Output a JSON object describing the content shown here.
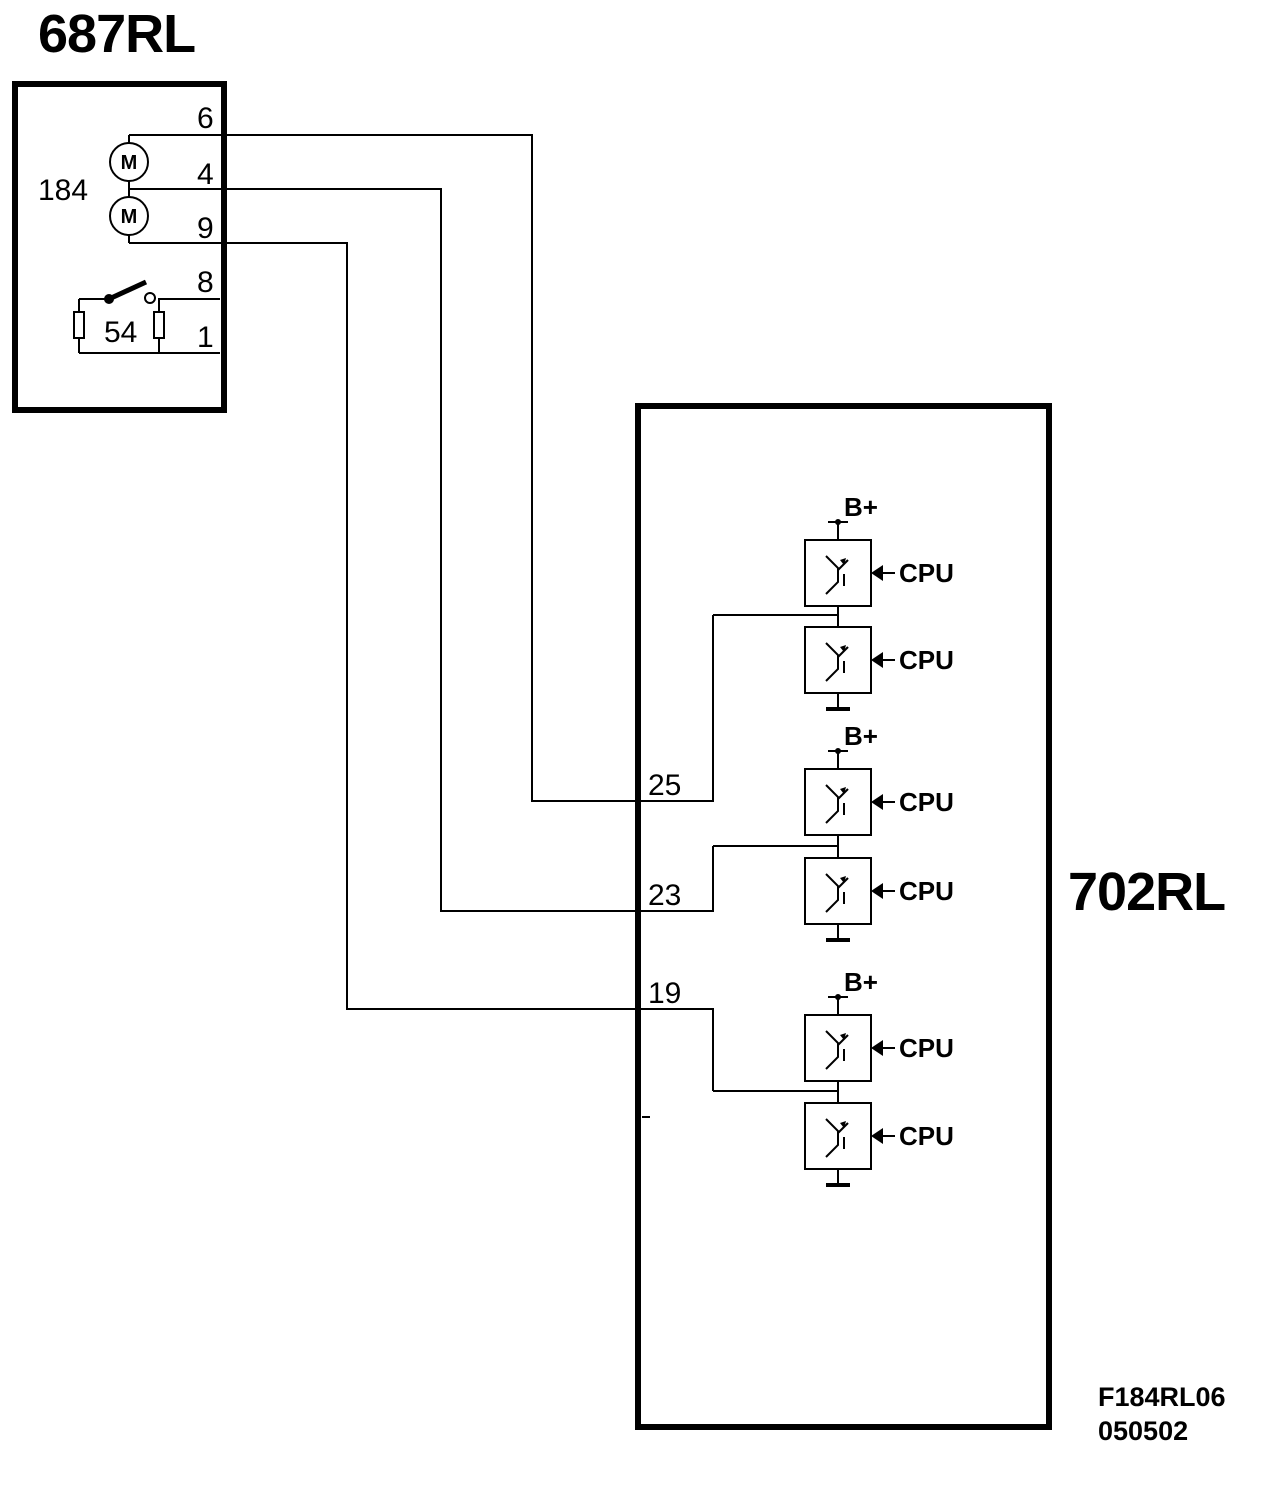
{
  "component_a": {
    "label": "687RL",
    "motor_ref": "184",
    "switch_ref": "54",
    "motor_letter": "M"
  },
  "component_b": {
    "label": "702RL"
  },
  "pins_a": [
    "6",
    "4",
    "9",
    "8",
    "1"
  ],
  "pins_b": [
    "25",
    "23",
    "19"
  ],
  "supply_label": "B+",
  "cpu_label": "CPU",
  "figure_ref": {
    "code": "F184RL06",
    "date": "050502"
  },
  "colors": {
    "line": "#000000",
    "background": "#ffffff"
  }
}
